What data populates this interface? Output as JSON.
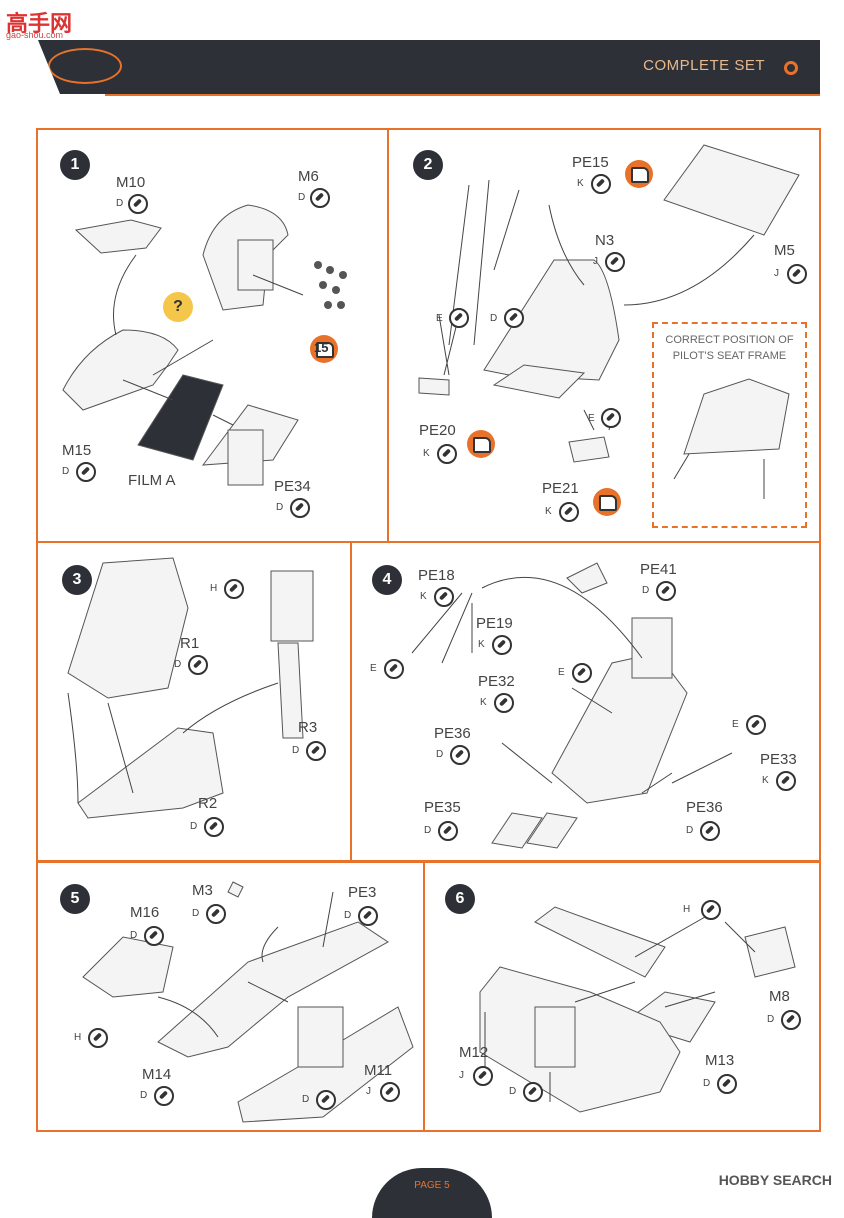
{
  "watermark": {
    "brand": "高手网",
    "site": "gao-shou.com"
  },
  "header": {
    "title": "COMPLETE SET"
  },
  "steps": {
    "s1": {
      "num": "1",
      "m10": "M10",
      "m6": "M6",
      "m15": "M15",
      "film": "FILM A",
      "pe34": "PE34",
      "q": "?",
      "badge15": "15",
      "m10_sub": "D",
      "m6_sub": "D",
      "m15_sub": "D",
      "pe34_sub": "D"
    },
    "s2": {
      "num": "2",
      "pe15": "PE15",
      "n3": "N3",
      "m5": "M5",
      "e": "E",
      "d": "D",
      "pe20": "PE20",
      "pe21": "PE21",
      "e2": "E",
      "pe15_sub": "K",
      "n3_sub": "J",
      "m5_sub": "J",
      "pe20_sub": "K",
      "pe21_sub": "K",
      "note": "CORRECT POSITION OF PILOT'S SEAT FRAME"
    },
    "s3": {
      "num": "3",
      "h": "H",
      "r1": "R1",
      "r3": "R3",
      "r2": "R2",
      "r1_sub": "D",
      "r3_sub": "D",
      "r2_sub": "D"
    },
    "s4": {
      "num": "4",
      "pe18": "PE18",
      "pe41": "PE41",
      "pe19": "PE19",
      "e": "E",
      "pe32": "PE32",
      "e2": "E",
      "pe36a": "PE36",
      "e3": "E",
      "pe33": "PE33",
      "pe35": "PE35",
      "pe36b": "PE36",
      "pe18_sub": "K",
      "pe41_sub": "D",
      "pe19_sub": "K",
      "pe32_sub": "K",
      "pe36a_sub": "D",
      "pe33_sub": "K",
      "pe35_sub": "D",
      "pe36b_sub": "D"
    },
    "s5": {
      "num": "5",
      "m3": "M3",
      "pe3": "PE3",
      "m16": "M16",
      "h": "H",
      "m14": "M14",
      "m11": "M11",
      "d": "D",
      "m3_sub": "D",
      "pe3_sub": "D",
      "m16_sub": "D",
      "m14_sub": "D",
      "m11_sub": "J"
    },
    "s6": {
      "num": "6",
      "h": "H",
      "m8": "M8",
      "m12": "M12",
      "m13": "M13",
      "d": "D",
      "m8_sub": "D",
      "m12_sub": "J",
      "m13_sub": "D"
    }
  },
  "footer": {
    "page": "PAGE 5",
    "brand": "HOBBY SEARCH"
  },
  "colors": {
    "accent": "#e8722a",
    "header_bg": "#2d3137"
  }
}
